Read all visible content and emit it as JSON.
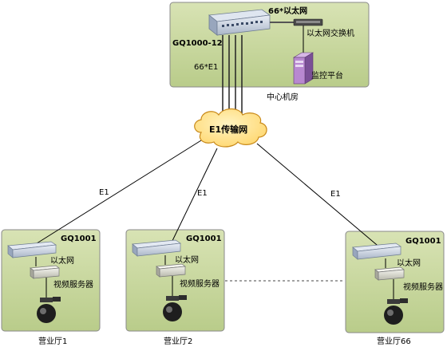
{
  "center": {
    "device_label": "GQ1000-12",
    "ethernet_count_label": "66*以太网",
    "e1_count_label": "66*E1",
    "switch_label": "以太网交换机",
    "platform_label": "监控平台",
    "room_label": "中心机房"
  },
  "network": {
    "cloud_label": "E1传输网"
  },
  "links": {
    "left_label": "E1",
    "middle_label": "E1",
    "right_label": "E1"
  },
  "halls": [
    {
      "device_label": "GQ1001",
      "ethernet_label": "以太网",
      "server_label": "视频服务器",
      "name": "营业厅1"
    },
    {
      "device_label": "GQ1001",
      "ethernet_label": "以太网",
      "server_label": "视频服务器",
      "name": "营业厅2"
    },
    {
      "device_label": "GQ1001",
      "ethernet_label": "以太网",
      "server_label": "视频服务器",
      "name": "营业厅66"
    }
  ],
  "colors": {
    "panel_fill": "#c5d59b",
    "panel_stroke": "#8a8a8a",
    "cloud_fill": "#ffe38a",
    "cloud_stroke": "#c98a1a"
  }
}
